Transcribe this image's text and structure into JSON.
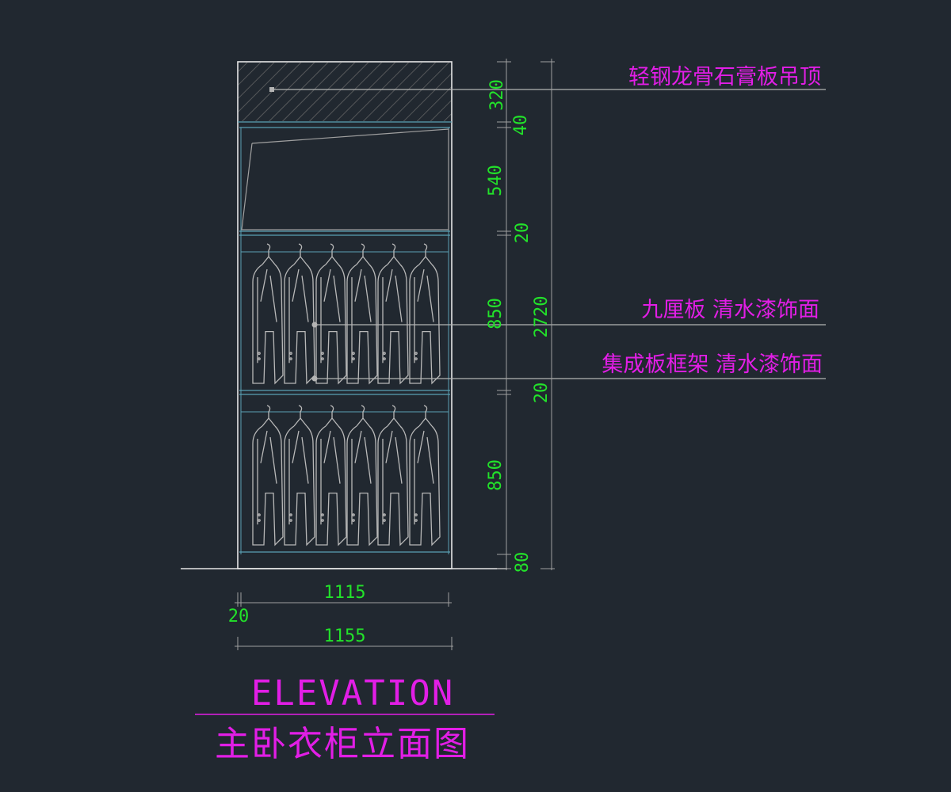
{
  "drawing": {
    "title_en": "ELEVATION",
    "title_cn": "主卧衣柜立面图"
  },
  "annotations": {
    "ceiling": "轻钢龙骨石膏板吊顶",
    "panel": "九厘板 清水漆饰面",
    "frame": "集成板框架 清水漆饰面"
  },
  "dimensions": {
    "vertical": {
      "ceiling_height": "320",
      "top_rail": "40",
      "upper_cabinet": "540",
      "shelf_1": "20",
      "hanging_upper": "850",
      "shelf_2": "20",
      "hanging_lower": "850",
      "plinth": "80",
      "total_height": "2720"
    },
    "horizontal": {
      "inner_width": "1115",
      "side_panel": "20",
      "total_width": "1155"
    }
  },
  "colors": {
    "background": "#212830",
    "dimension_text": "#22e22a",
    "annotation_text": "#e21ee6",
    "outline": "#e6e6e6",
    "shelf_lines": "#5aa0b4"
  }
}
